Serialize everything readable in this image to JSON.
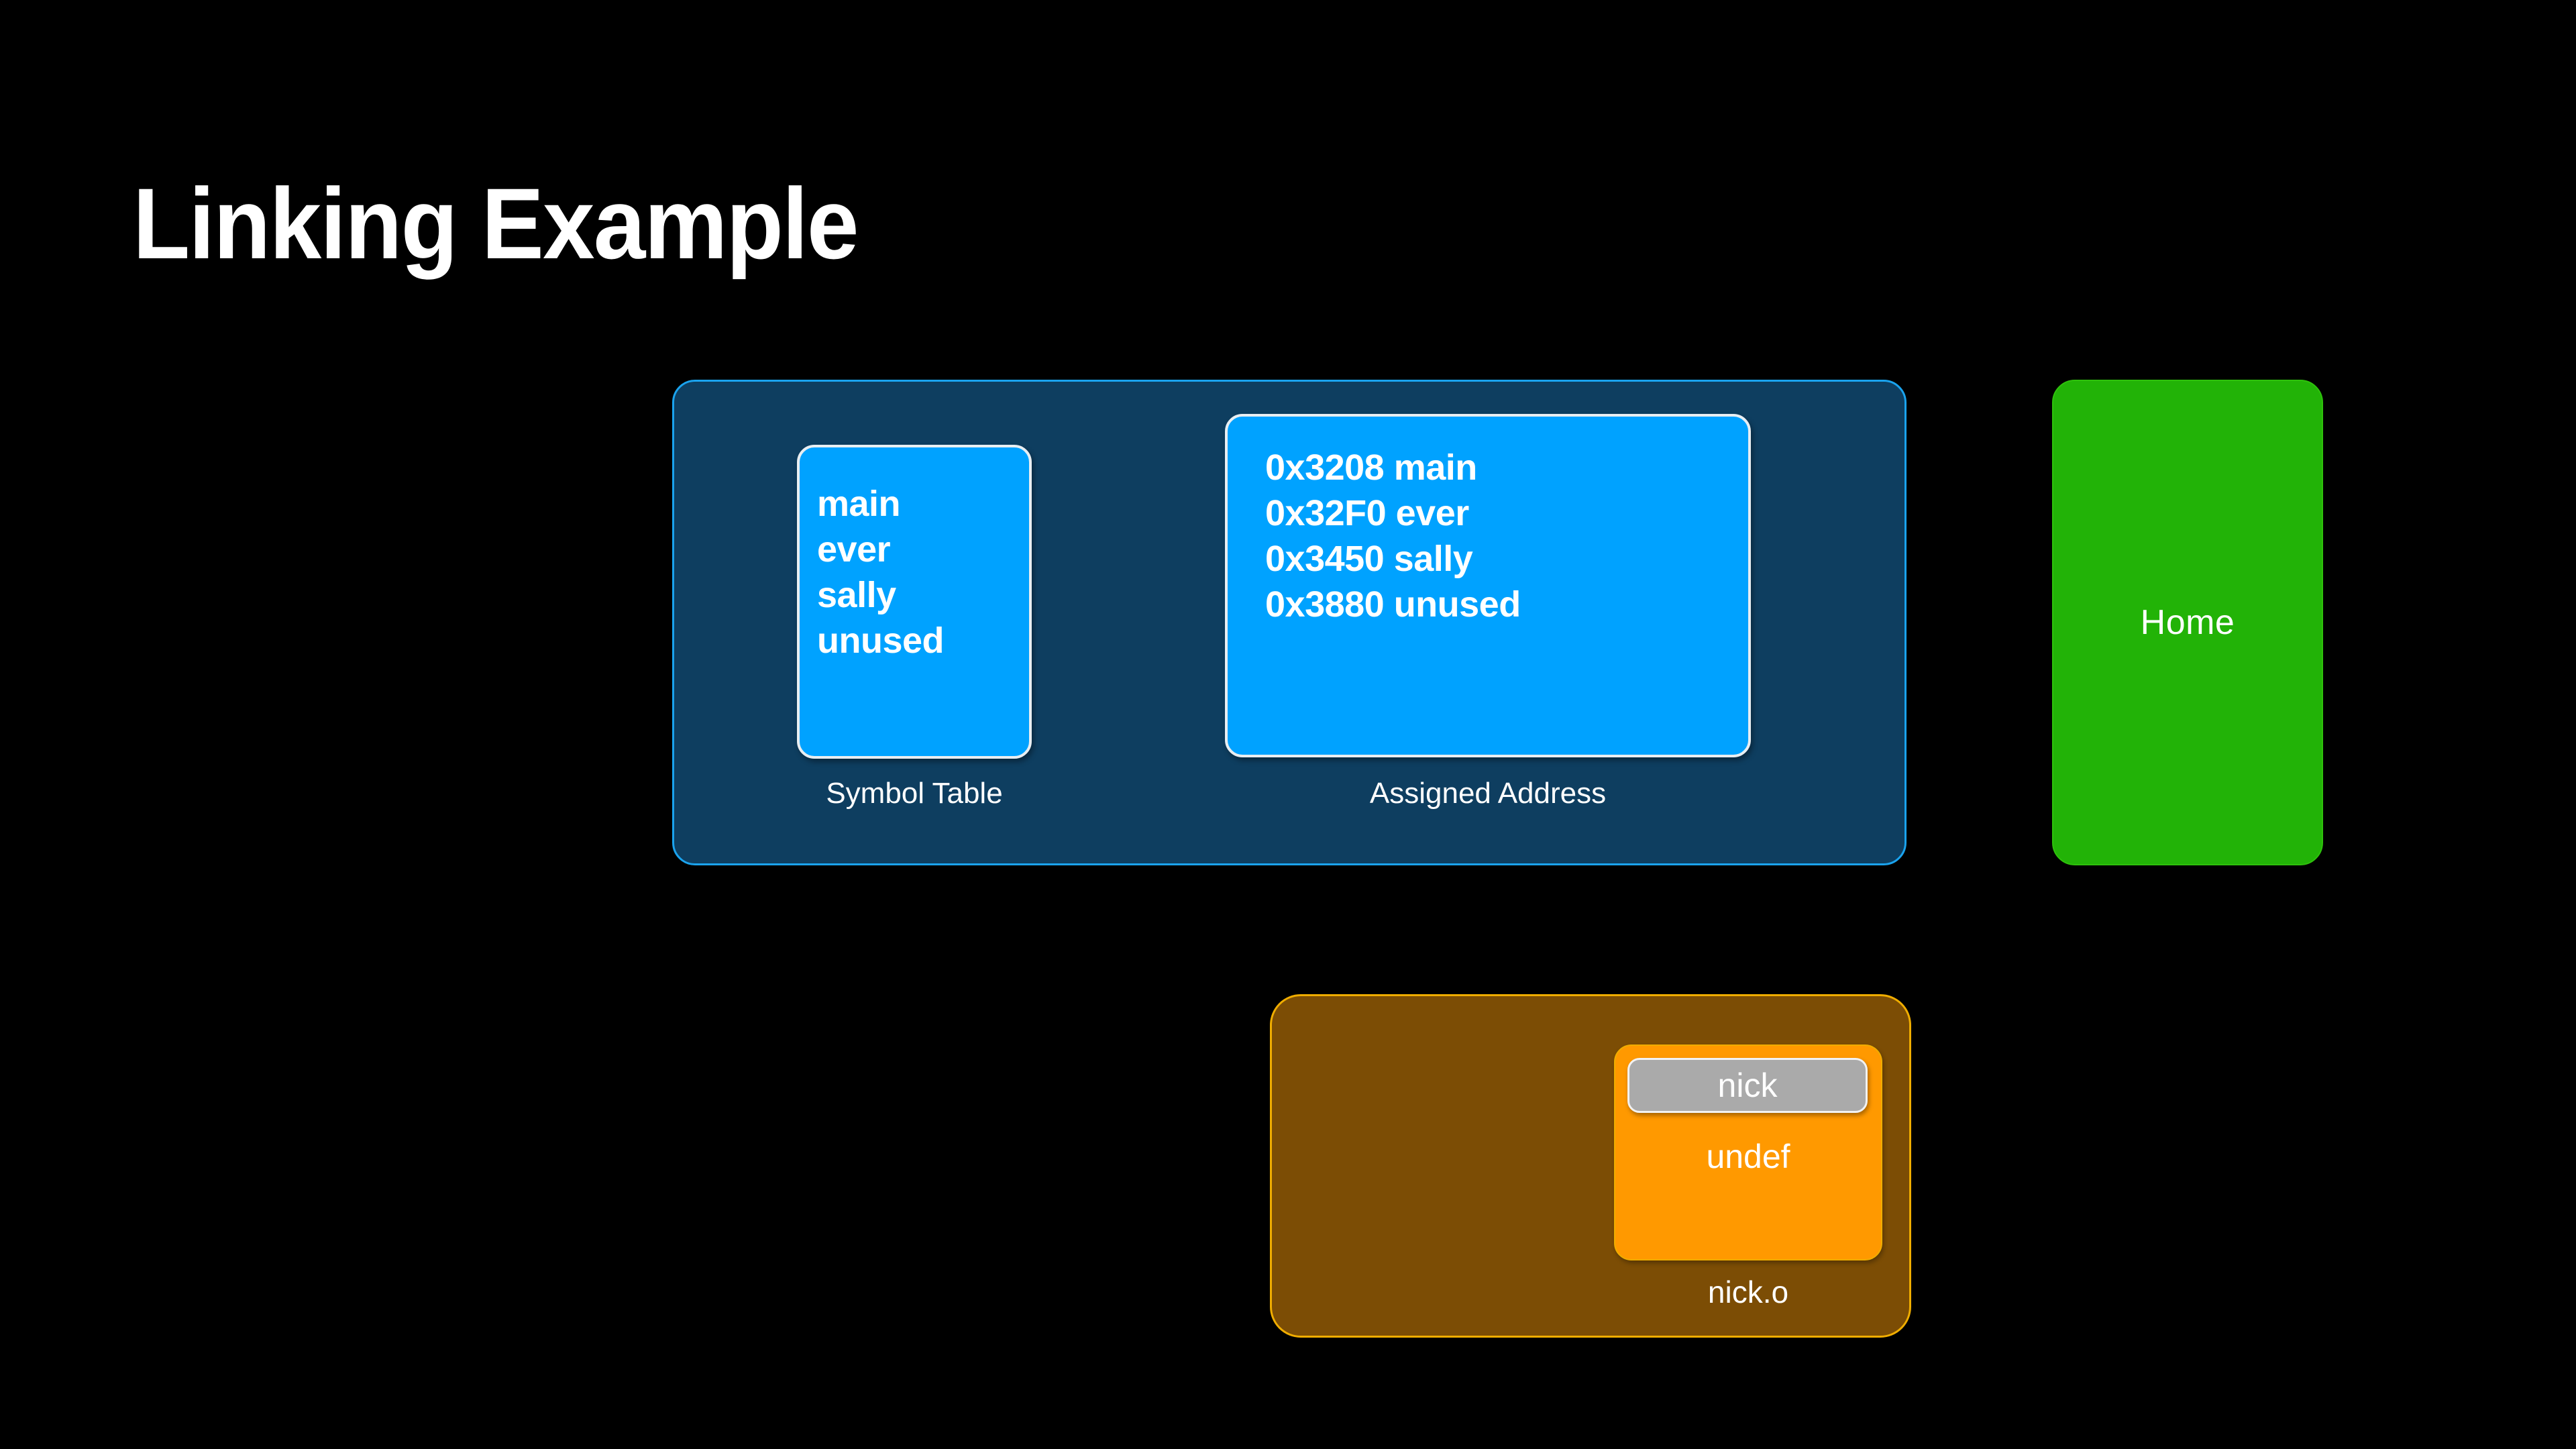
{
  "slide": {
    "title": "Linking Example",
    "background_color": "#000000"
  },
  "linker_panel": {
    "background_color": "#0e3e60",
    "border_color": "#1aa3ee",
    "symbol_table": {
      "caption": "Symbol Table",
      "card_color": "#00a2ff",
      "symbols": [
        "main",
        "ever",
        "sally",
        "unused"
      ]
    },
    "assigned_address": {
      "caption": "Assigned Address",
      "card_color": "#00a2ff",
      "entries": [
        {
          "address": "0x3208",
          "symbol": "main",
          "text": "0x3208 main"
        },
        {
          "address": "0x32F0",
          "symbol": "ever",
          "text": "0x32F0 ever"
        },
        {
          "address": "0x3450",
          "symbol": "sally",
          "text": "0x3450 sally"
        },
        {
          "address": "0x3880",
          "symbol": "unused",
          "text": "0x3880 unused"
        }
      ]
    }
  },
  "home_button": {
    "label": "Home",
    "color": "#22b307"
  },
  "object_file_panel": {
    "caption": "nick.o",
    "background_color": "#7c4d05",
    "border_color": "#f0ad00",
    "card": {
      "color": "#ff9900",
      "selected_symbol": "nick",
      "status": "undef"
    }
  }
}
